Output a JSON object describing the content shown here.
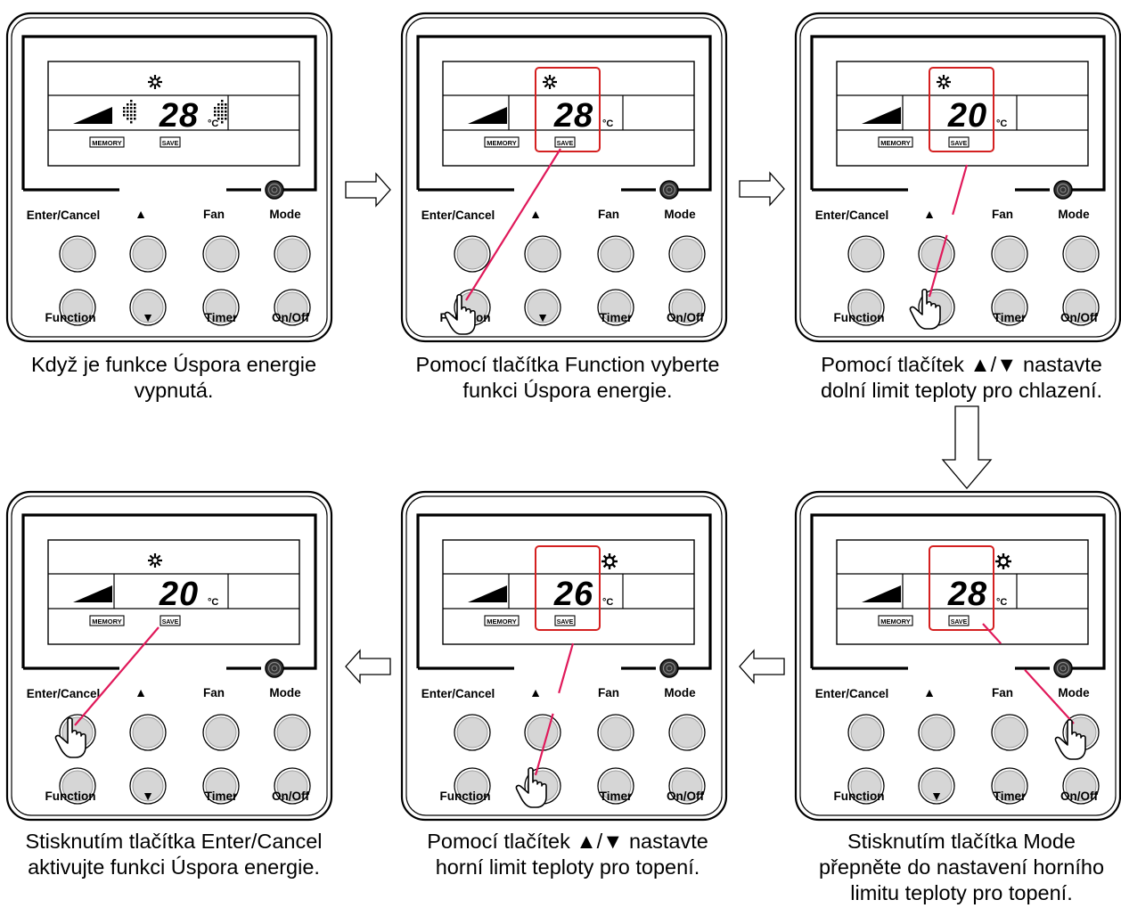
{
  "labels": {
    "enter_cancel": "Enter/Cancel",
    "up_symbol": "▲",
    "down_symbol": "▼",
    "fan": "Fan",
    "mode": "Mode",
    "function": "Function",
    "timer": "Timer",
    "on_off": "On/Off",
    "memory": "MEMORY",
    "save": "SAVE",
    "celsius": "°C"
  },
  "colors": {
    "highlight": "#d42020",
    "pointer_line": "#e0195a",
    "button_fill": "#d6d6d6",
    "outline": "#000000"
  },
  "steps": [
    {
      "id": 1,
      "temp": "28",
      "mode_icon": "snowflake-icon",
      "fan_indicators": true,
      "highlight_box": false,
      "pressed_button": "none",
      "caption": [
        "Když je funkce Úspora energie",
        "vypnutá."
      ]
    },
    {
      "id": 2,
      "temp": "28",
      "mode_icon": "snowflake-icon",
      "fan_indicators": false,
      "highlight_box": true,
      "pressed_button": "function",
      "caption": [
        "Pomocí tlačítka Function vyberte",
        "funkci Úspora energie."
      ]
    },
    {
      "id": 3,
      "temp": "20",
      "mode_icon": "snowflake-icon",
      "fan_indicators": false,
      "highlight_box": true,
      "pressed_button": "down",
      "caption": [
        "Pomocí tlačítek ▲/▼ nastavte",
        "dolní limit teploty pro chlazení."
      ]
    },
    {
      "id": 4,
      "temp": "28",
      "mode_icon": "sun-icon",
      "fan_indicators": false,
      "highlight_box": true,
      "pressed_button": "mode",
      "caption": [
        "Stisknutím tlačítka Mode",
        "přepněte do nastavení horního",
        "limitu teploty pro topení."
      ]
    },
    {
      "id": 5,
      "temp": "26",
      "mode_icon": "sun-icon",
      "fan_indicators": false,
      "highlight_box": true,
      "pressed_button": "down",
      "caption": [
        "Pomocí tlačítek ▲/▼ nastavte",
        "horní limit teploty pro topení."
      ]
    },
    {
      "id": 6,
      "temp": "20",
      "mode_icon": "snowflake-icon",
      "fan_indicators": false,
      "highlight_box": false,
      "pressed_button": "enter",
      "caption": [
        "Stisknutím tlačítka Enter/Cancel",
        "aktivujte funkci Úspora energie."
      ]
    }
  ],
  "arrows": [
    {
      "id": "1-2",
      "direction": "right"
    },
    {
      "id": "2-3",
      "direction": "right"
    },
    {
      "id": "3-4",
      "direction": "down"
    },
    {
      "id": "4-5",
      "direction": "left"
    },
    {
      "id": "5-6",
      "direction": "left"
    }
  ]
}
